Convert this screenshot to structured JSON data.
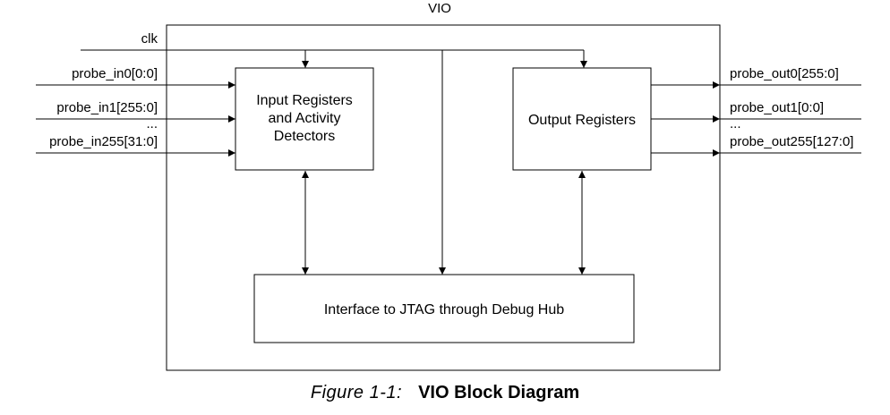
{
  "diagram": {
    "title": "VIO",
    "clock_label": "clk",
    "input_probes": [
      "probe_in0[0:0]",
      "probe_in1[255:0]",
      "...",
      "probe_in255[31:0]"
    ],
    "output_probes": [
      "probe_out0[255:0]",
      "probe_out1[0:0]",
      "...",
      "probe_out255[127:0]"
    ],
    "blocks": {
      "input_registers": [
        "Input Registers",
        "and Activity",
        "Detectors"
      ],
      "output_registers": "Output Registers",
      "jtag_interface": "Interface to JTAG through Debug Hub"
    }
  },
  "caption": {
    "number": "Figure 1-1:",
    "title": "VIO Block Diagram"
  }
}
